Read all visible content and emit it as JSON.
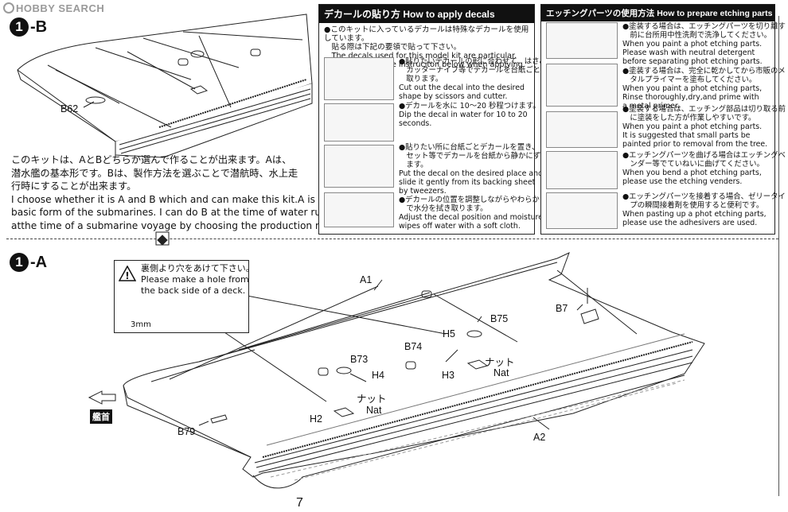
{
  "watermark": "HOBBY SEARCH",
  "step_b": {
    "num": "1",
    "suffix": "-B"
  },
  "step_a": {
    "num": "1",
    "suffix": "-A"
  },
  "intro_jp": {
    "l1": "このキットは、AとBどちらか選んで作ることが出来ます。Aは、",
    "l2": "潜水艦の基本形です。Bは、製作方法を選ぶことで潜航時、水上走",
    "l3": "行時にすることが出来ます。",
    "l4": "I choose whether it is A and B which and can make this kit.A is a",
    "l5": "basic form of the submarines. I can do B at the time of water run",
    "l6": "atthe time of a submarine voyage by choosing the production method."
  },
  "decals": {
    "title": "デカールの貼り方 How to apply decals",
    "intro": [
      "●このキットに入っているデカールは特殊なデカールを使用しています。",
      "　貼る際は下記の要領で貼って下さい。",
      "　The decals used for this model kit are particular.",
      "　Please follow the instruciton below when applying decals."
    ],
    "steps": [
      [
        "●貼りたいデカールの形に合わせて、はさみや",
        "　カッターナイフ等でデカールを台紙ごと切り",
        "　取ります。",
        "Cut out the decal into the desired",
        "shape by scissors and cutter."
      ],
      [
        "●デカールを水に 10〜20 秒程つけます。",
        "Dip the decal in water for 10 to 20",
        "seconds."
      ],
      [
        "●貼りたい所に台紙ごとデカールを置き、ピン",
        "　セット等でデカールを台紙から静かにずらし",
        "　ます。",
        "Put the decal on the desired place and",
        "slide it gently from its backing sheet",
        "by tweezers."
      ],
      [
        "●デカールの位置を調整しながらやわらかい布",
        "　で水分を拭き取ります。",
        "Adjust the decal position and moisture",
        "wipes off water with a soft cloth."
      ]
    ]
  },
  "etching": {
    "title": "エッチングパーツの使用方法 How to prepare etching parts",
    "steps": [
      [
        "●塗装する場合は、エッチングパーツを切り離す",
        "　前に台所用中性洗剤で洗浄してください。",
        "When you paint a phot etching parts.",
        "Please wash with neutral detergent",
        "before separating phot etching parts."
      ],
      [
        "●塗装する場合は、完全に乾かしてから市販のメ",
        "　タルプライマーを塗布してください。",
        "When you paint a phot etching parts,",
        "Rinse thoroughly,dry,and prime with",
        "a metal primer."
      ],
      [
        "●塗装する場合は、エッチング部品は切り取る前",
        "　に塗装をした方が作業しやすいです。",
        "When you paint a phot etching parts.",
        "It is suggested that small parts be",
        "painted prior to removal from the  tree."
      ],
      [
        "●エッチングパーツを曲げる場合はエッチングベ",
        "　ンダー等でていねいに曲げてください。",
        "When you bend a phot etching parts,",
        "please use the etching venders."
      ],
      [
        "●エッチングパーツを接着する場合、ゼリータイ",
        "　プの瞬間接着剤を使用すると便利です。",
        "When pasting up a phot etching parts,",
        "please use the adhesivers are used."
      ]
    ]
  },
  "note": {
    "l1": "裏側より穴をあけて下さい。",
    "l2": "Please make a hole from",
    "l3": "the back side of a deck.",
    "size": "3mm"
  },
  "parts": {
    "b62": "B62",
    "a1": "A1",
    "a2": "A2",
    "b7": "B7",
    "b75": "B75",
    "h5": "H5",
    "b74": "B74",
    "b73": "B73",
    "h4": "H4",
    "h3": "H3",
    "h2": "H2",
    "b79": "B79",
    "nut_jp": "ナット",
    "nut_en": "Nat"
  },
  "bow_label": "艦首",
  "page_number": "7"
}
